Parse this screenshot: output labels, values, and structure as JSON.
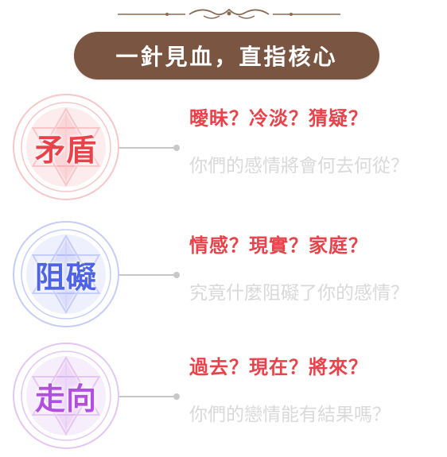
{
  "banner": {
    "title": "一針見血，直指核心"
  },
  "sections": [
    {
      "emblem": "矛盾",
      "heading": "曖昧？冷淡？猜疑？",
      "sub": "你們的感情將會何去何從？",
      "color": "#e8424a",
      "ring": "#f6c7c9",
      "glow": "#fbe0e1"
    },
    {
      "emblem": "阻礙",
      "heading": "情感？現實？家庭？",
      "sub": "究竟什麼阻礙了你的感情？",
      "color": "#4f63e6",
      "ring": "#c5cdf7",
      "glow": "#e2e6fc"
    },
    {
      "emblem": "走向",
      "heading": "過去？現在？將來？",
      "sub": "你們的戀情能有結果嗎？",
      "color": "#b24fe0",
      "ring": "#e4c6f3",
      "glow": "#f2e2fa"
    }
  ]
}
